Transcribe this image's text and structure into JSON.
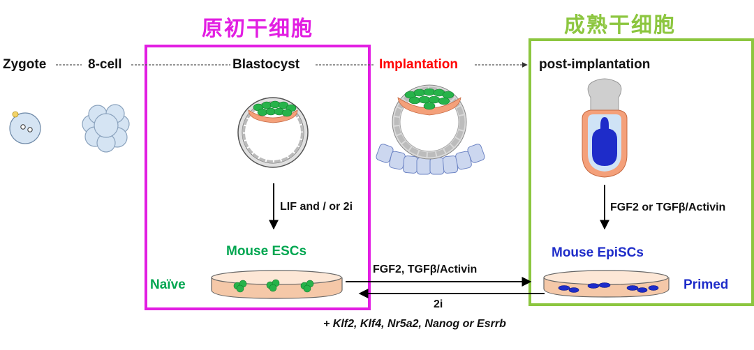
{
  "titles": {
    "naive_cn": "原初干细胞",
    "primed_cn": "成熟干细胞"
  },
  "stages": {
    "zygote": "Zygote",
    "eight_cell": "8-cell",
    "blastocyst": "Blastocyst",
    "implantation": "Implantation",
    "post_implantation": "post-implantation"
  },
  "conditions": {
    "lif": "LIF and / or 2i",
    "fgf_tgf": "FGF2 or TGFβ/Activin",
    "forward": "FGF2, TGFβ/Activin",
    "reverse": "2i",
    "factors": "+ Klf2, Klf4, Nr5a2, Nanog or Esrrb"
  },
  "cells": {
    "mouse_escs": "Mouse ESCs",
    "mouse_episcs": "Mouse EpiSCs"
  },
  "states": {
    "naive": "Naïve",
    "primed": "Primed"
  },
  "colors": {
    "naive_box": "#e21ee2",
    "primed_box": "#8cc63f",
    "implantation": "#ff0000",
    "esc_green": "#00a650",
    "epi_blue": "#0000ff"
  }
}
